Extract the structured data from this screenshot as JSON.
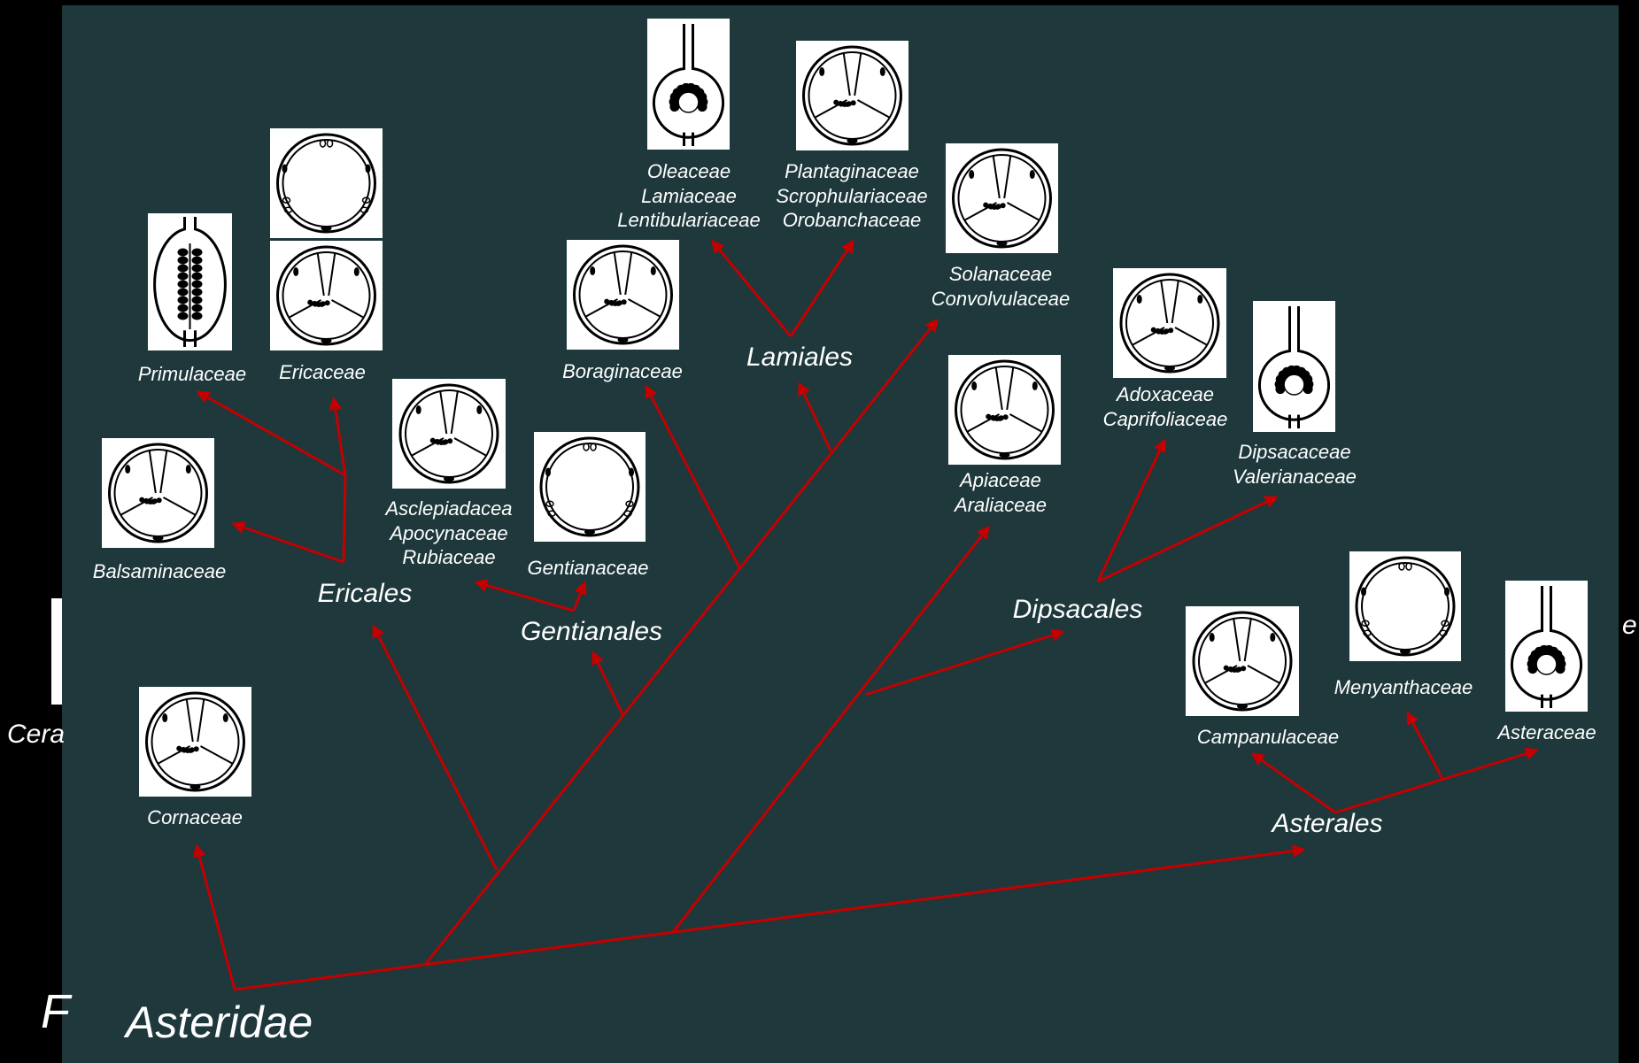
{
  "root_label": "Asteridae",
  "orders": {
    "ericales": "Ericales",
    "gentianales": "Gentianales",
    "lamiales": "Lamiales",
    "dipsacales": "Dipsacales",
    "asterales": "Asterales"
  },
  "families": {
    "cornaceae": [
      "Cornaceae"
    ],
    "balsaminaceae": [
      "Balsaminaceae"
    ],
    "primulaceae": [
      "Primulaceae"
    ],
    "ericaceae": [
      "Ericaceae"
    ],
    "gentianales_group": [
      "Asclepiadacea",
      "Apocynaceae",
      "Rubiaceae"
    ],
    "gentianaceae": [
      "Gentianaceae"
    ],
    "boraginaceae": [
      "Boraginaceae"
    ],
    "oleaceae_group": [
      "Oleaceae",
      "Lamiaceae",
      "Lentibulariaceae"
    ],
    "plantaginaceae_group": [
      "Plantaginaceae",
      "Scrophulariaceae",
      "Orobanchaceae"
    ],
    "solanaceae_group": [
      "Solanaceae",
      "Convolvulaceae"
    ],
    "apiaceae_group": [
      "Apiaceae",
      "Araliaceae"
    ],
    "adoxaceae_group": [
      "Adoxaceae",
      "Caprifoliaceae"
    ],
    "dipsacaceae_group": [
      "Dipsacaceae",
      "Valerianaceae"
    ],
    "campanulaceae": [
      "Campanulaceae"
    ],
    "menyanthaceae": [
      "Menyanthaceae"
    ],
    "asteraceae": [
      "Asteraceae"
    ]
  },
  "background_fragments": {
    "left_mid": "Cera",
    "left_bottom": "F",
    "right_mid": "e"
  },
  "colors": {
    "panel": "#1e383c",
    "branch": "#c40000",
    "text": "#ffffff"
  },
  "ovary_icon_types": {
    "cornaceae": "axile-3-locule",
    "balsaminaceae": "axile-3-locule",
    "primulaceae": "free-central-columnar",
    "ericaceae_top": "parietal-unilocular",
    "ericaceae_bottom": "axile-3-locule",
    "gentianales_group": "axile-3-locule",
    "gentianaceae": "parietal-unilocular",
    "boraginaceae": "axile-3-locule",
    "oleaceae_group": "free-central-bulb",
    "plantaginaceae_group": "axile-3-locule",
    "solanaceae_group": "axile-3-locule",
    "apiaceae_group": "axile-3-locule",
    "adoxaceae_group": "axile-3-locule",
    "dipsacaceae_group": "free-central-bulb",
    "campanulaceae": "axile-3-locule",
    "menyanthaceae": "parietal-unilocular",
    "asteraceae": "free-central-bulb"
  }
}
